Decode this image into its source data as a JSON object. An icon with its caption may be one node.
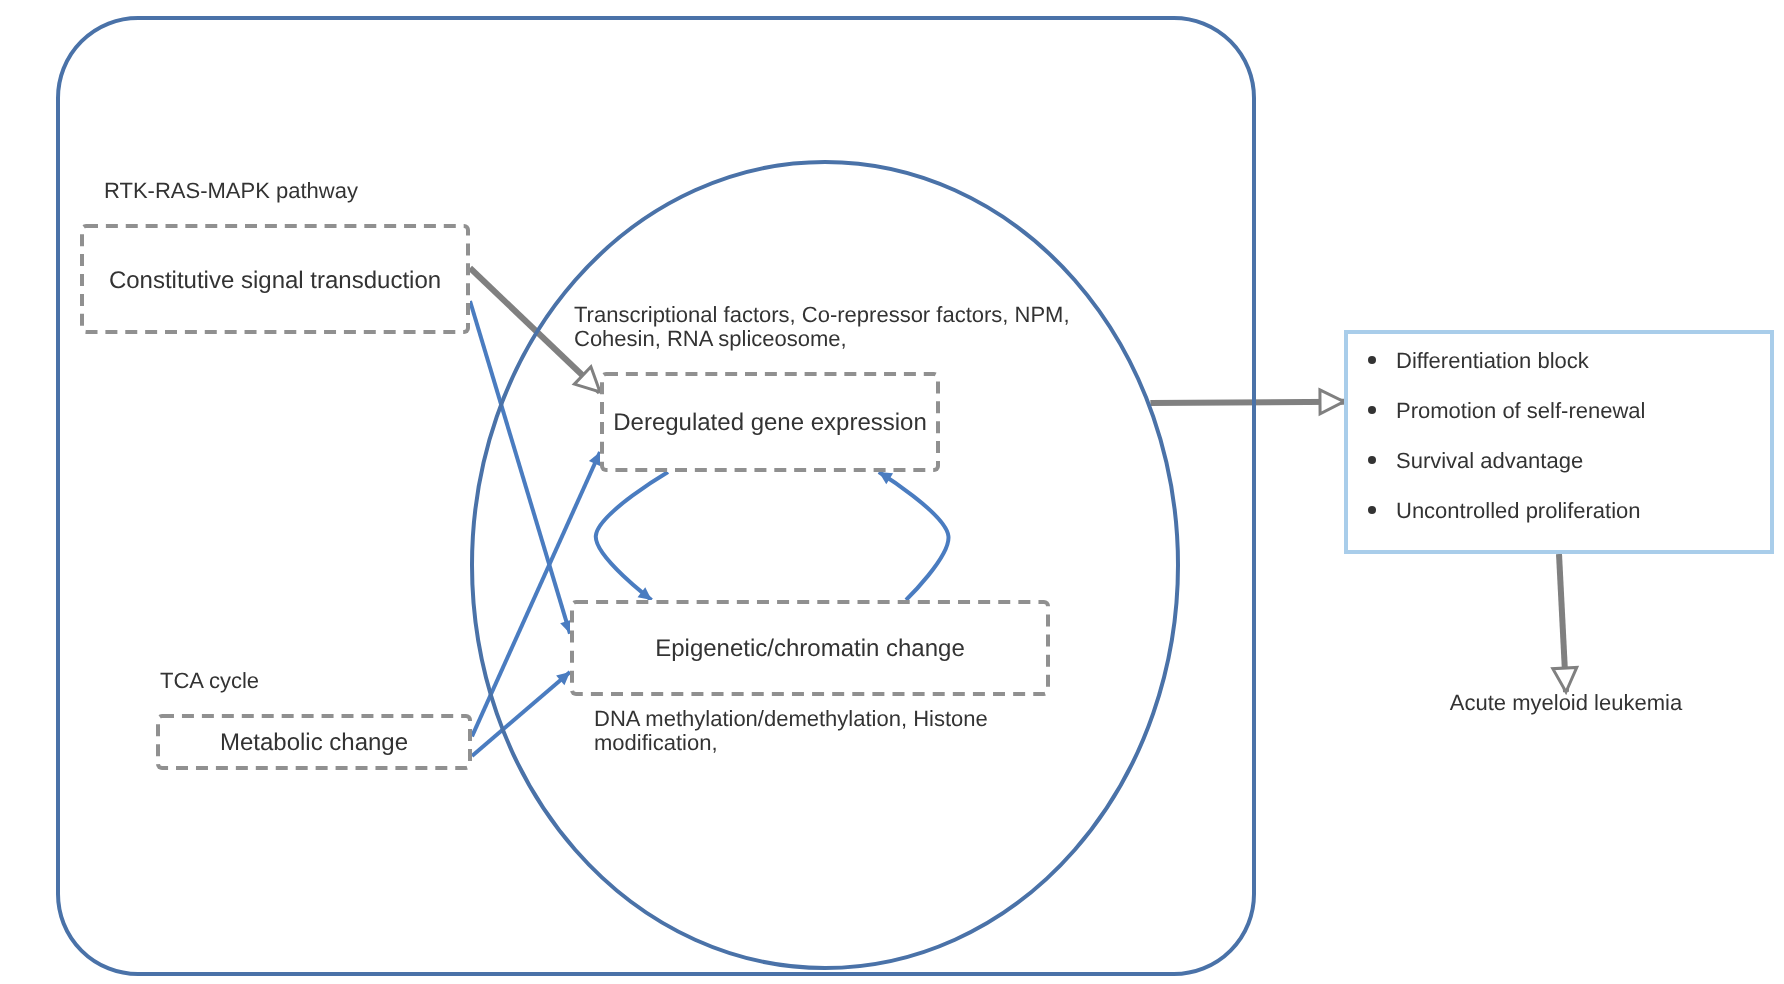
{
  "diagram": {
    "nodes": [
      {
        "text": [],
        "shape": "box"
      },
      {
        "text": [],
        "shape": "circle",
        "in": 0
      },
      {
        "text": [
          "Constitutive signal transduction"
        ],
        "beside": [
          "RTK-RAS-MAPK pathway"
        ],
        "in": 0
      },
      {
        "text": [
          "Deregulated gene expression"
        ],
        "beside": [
          "Transcriptional factors, Co-repressor factors, NPM, Cohesin, RNA spliceosome,"
        ],
        "in": 1
      },
      {
        "text": [
          "Epigenetic/chromatin change"
        ],
        "beside": [
          "DNA methylation/demethylation, Histone modification,"
        ],
        "in": 1
      },
      {
        "text": [
          "Metabolic change"
        ],
        "beside": [
          "TCA cycle"
        ],
        "in": 0
      },
      {
        "text": [
          "Differentiation block",
          "Promotion of self-renewal",
          "Survival advantage",
          "Uncontrolled proliferation"
        ]
      },
      {
        "text": [
          "Acute myeloid leukemia"
        ]
      }
    ],
    "edges": [
      {
        "from": 2,
        "to": 3,
        "arrow": "to",
        "color": "#808080"
      },
      {
        "from": 2,
        "to": 4,
        "arrow": "to"
      },
      {
        "from": 5,
        "to": 3,
        "arrow": "to"
      },
      {
        "from": 5,
        "to": 4,
        "arrow": "to"
      },
      {
        "from": 3,
        "to": 4,
        "arrow": "to"
      },
      {
        "from": 4,
        "to": 3,
        "arrow": "to"
      },
      {
        "from": 1,
        "to": 6,
        "arrow": "to",
        "color": "#808080"
      },
      {
        "from": 6,
        "to": 7,
        "arrow": "to",
        "color": "#808080"
      }
    ]
  }
}
